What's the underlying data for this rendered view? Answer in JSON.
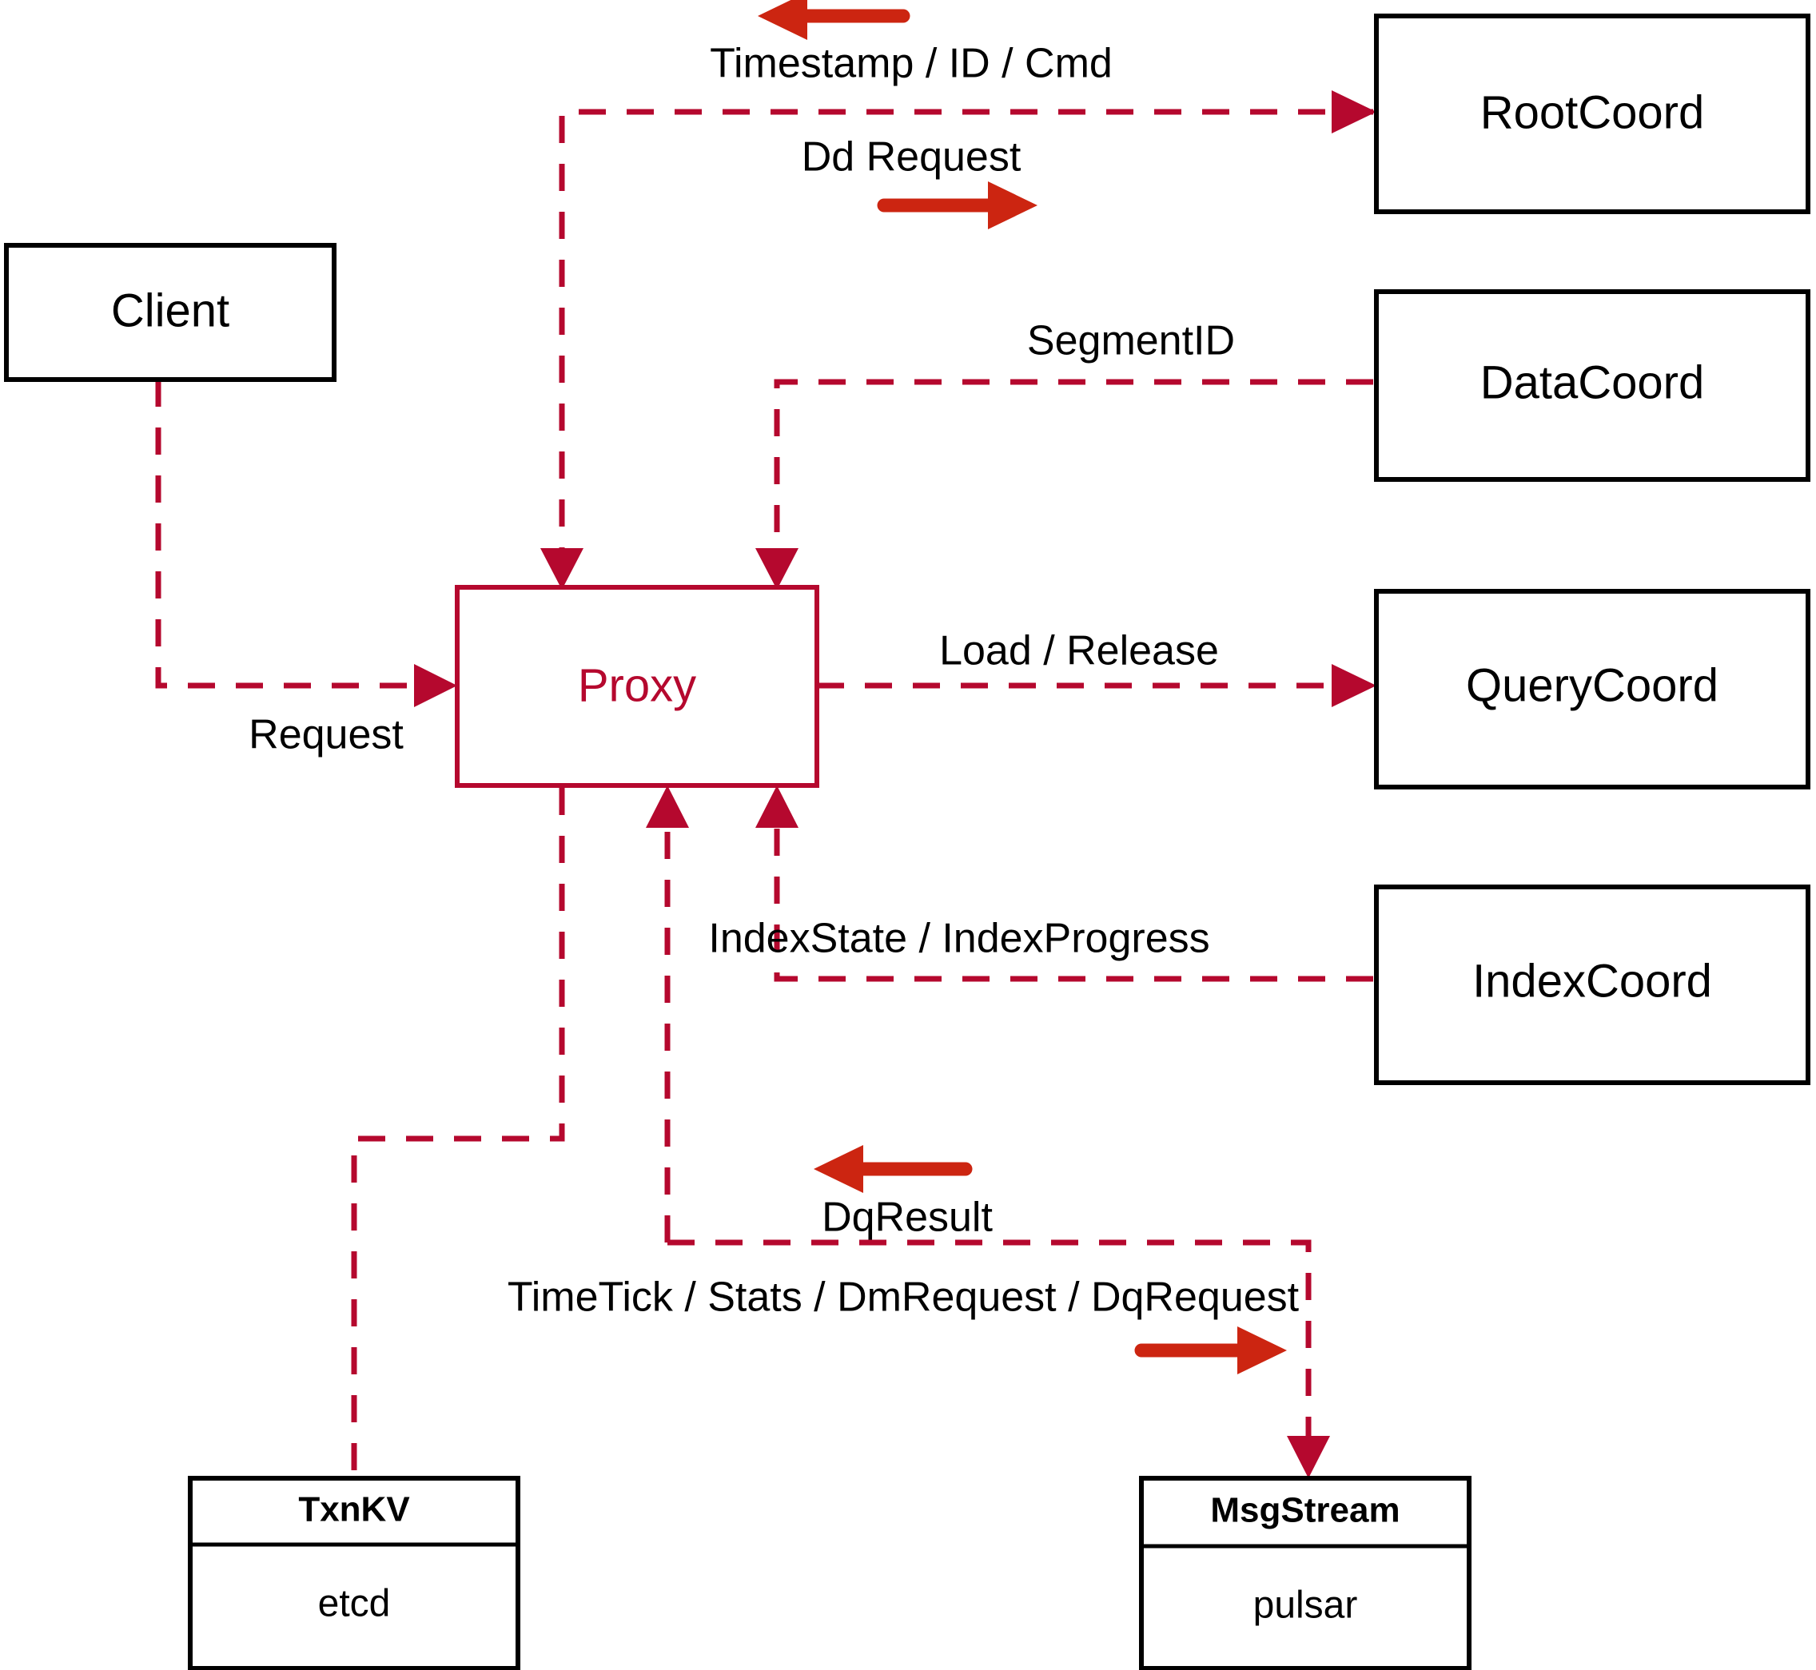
{
  "diagram": {
    "title": "Milvus Proxy Interaction Diagram",
    "colors": {
      "node_stroke": "#000000",
      "accent": "#B5082E",
      "arrow_red": "#CC2511",
      "background": "#ffffff"
    },
    "nodes": {
      "client": {
        "label": "Client"
      },
      "proxy": {
        "label": "Proxy"
      },
      "root_coord": {
        "label": "RootCoord"
      },
      "data_coord": {
        "label": "DataCoord"
      },
      "query_coord": {
        "label": "QueryCoord"
      },
      "index_coord": {
        "label": "IndexCoord"
      },
      "txnkv": {
        "title": "TxnKV",
        "impl": "etcd"
      },
      "msgstream": {
        "title": "MsgStream",
        "impl": "pulsar"
      }
    },
    "edges": {
      "timestamp_id_cmd": {
        "label": "Timestamp / ID / Cmd",
        "from": "RootCoord",
        "to": "Proxy",
        "direction": "left"
      },
      "dd_request": {
        "label": "Dd Request",
        "from": "Proxy",
        "to": "RootCoord",
        "direction": "right"
      },
      "segment_id": {
        "label": "SegmentID",
        "from": "DataCoord",
        "to": "Proxy",
        "direction": "left"
      },
      "request": {
        "label": "Request",
        "from": "Client",
        "to": "Proxy",
        "direction": "right"
      },
      "load_release": {
        "label": "Load / Release",
        "from": "Proxy",
        "to": "QueryCoord",
        "direction": "right"
      },
      "index_state": {
        "label": "IndexState / IndexProgress",
        "from": "IndexCoord",
        "to": "Proxy",
        "direction": "left"
      },
      "dq_result": {
        "label": "DqResult",
        "from": "MsgStream",
        "to": "Proxy",
        "direction": "left"
      },
      "timetick_stats": {
        "label": "TimeTick / Stats / DmRequest / DqRequest",
        "from": "Proxy",
        "to": "MsgStream",
        "direction": "right"
      },
      "txnkv_link": {
        "label": "",
        "from": "Proxy",
        "to": "TxnKV",
        "direction": "none"
      }
    }
  }
}
